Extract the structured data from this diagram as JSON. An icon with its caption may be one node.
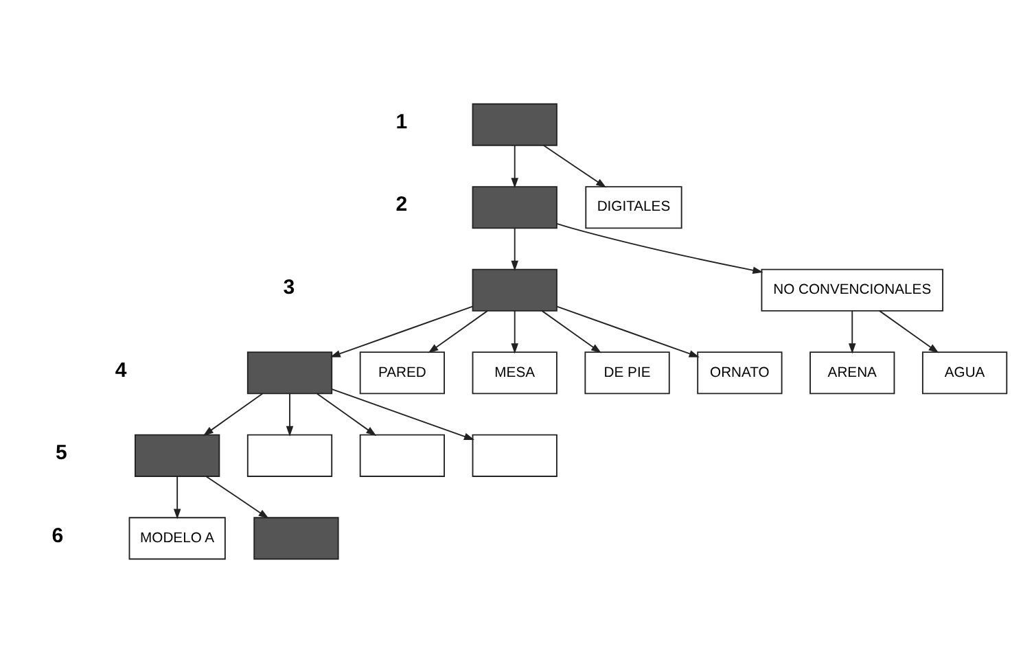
{
  "diagram": {
    "nodes": [
      {
        "text": [],
        "shape": "box"
      },
      {
        "text": [],
        "shape": "box"
      },
      {
        "text": [
          "DIGITALES"
        ]
      },
      {
        "text": [],
        "shape": "box"
      },
      {
        "text": [
          "NO CONVENCIONALES"
        ]
      },
      {
        "text": [],
        "shape": "box"
      },
      {
        "text": [
          "PARED"
        ]
      },
      {
        "text": [
          "MESA"
        ]
      },
      {
        "text": [
          "DE PIE"
        ]
      },
      {
        "text": [
          "ORNATO"
        ]
      },
      {
        "text": [
          "ARENA"
        ]
      },
      {
        "text": [
          "AGUA"
        ]
      },
      {
        "text": [],
        "shape": "box"
      },
      {
        "text": [],
        "shape": "box"
      },
      {
        "text": [],
        "shape": "box"
      },
      {
        "text": [],
        "shape": "box"
      },
      {
        "text": [
          "MODELO A"
        ]
      },
      {
        "text": [],
        "shape": "box"
      }
    ],
    "edges": [
      {
        "from": 0,
        "to": 1,
        "arrow": "to"
      },
      {
        "from": 0,
        "to": 2,
        "arrow": "to"
      },
      {
        "from": 1,
        "to": 3,
        "arrow": "to"
      },
      {
        "from": 1,
        "to": 4,
        "arrow": "to"
      },
      {
        "from": 3,
        "to": 5,
        "arrow": "to"
      },
      {
        "from": 3,
        "to": 6,
        "arrow": "to"
      },
      {
        "from": 3,
        "to": 7,
        "arrow": "to"
      },
      {
        "from": 3,
        "to": 8,
        "arrow": "to"
      },
      {
        "from": 3,
        "to": 9,
        "arrow": "to"
      },
      {
        "from": 4,
        "to": 10,
        "arrow": "to"
      },
      {
        "from": 4,
        "to": 11,
        "arrow": "to"
      },
      {
        "from": 5,
        "to": 12,
        "arrow": "to"
      },
      {
        "from": 5,
        "to": 13,
        "arrow": "to"
      },
      {
        "from": 5,
        "to": 14,
        "arrow": "to"
      },
      {
        "from": 5,
        "to": 15,
        "arrow": "to"
      },
      {
        "from": 12,
        "to": 16,
        "arrow": "to"
      },
      {
        "from": 12,
        "to": 17,
        "arrow": "to"
      }
    ],
    "labels": [
      "1",
      "2",
      "3",
      "4",
      "5",
      "6"
    ]
  }
}
